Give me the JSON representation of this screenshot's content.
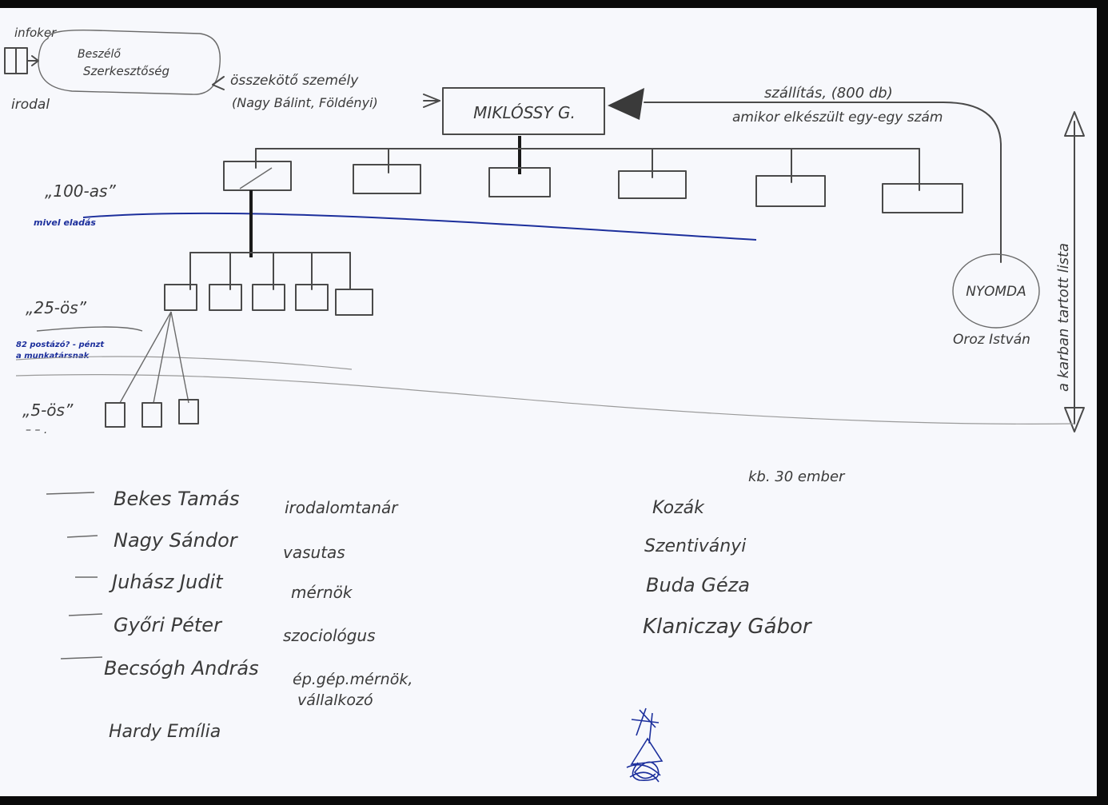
{
  "diagram": {
    "top_left": {
      "label_top": "infoker",
      "label_bottom": "irodal",
      "bubble_line1": "Beszélő",
      "bubble_line2": "Szerkesztőség"
    },
    "connector_line1": "összekötő személy",
    "connector_line2": "(Nagy Bálint, Földényi)",
    "center_box": "MIKLÓSSY G.",
    "shipping_line1": "szállítás, (800 db)",
    "shipping_line2": "amikor elkészült egy-egy szám",
    "vertical_arrow_label": "a karban tartott lista",
    "printer": "NYOMDA",
    "printer_person": "Oroz István",
    "tier_100": "„100-as”",
    "tier_100_note": "mivel eladás",
    "tier_25": "„25-ös”",
    "tier_25_note_line1": "82 postázó? - pénzt",
    "tier_25_note_line2": "a munkatársnak",
    "tier_5": "„5-ös”",
    "tier_5_mark": "– – .",
    "people_left": [
      {
        "name": "Bekes Tamás",
        "role": "irodalomtanár"
      },
      {
        "name": "Nagy Sándor",
        "role": "vasutas"
      },
      {
        "name": "Juhász Judit",
        "role": "mérnök"
      },
      {
        "name": "Győri Péter",
        "role": "szociológus"
      },
      {
        "name": "Becsógh András",
        "role": "ép.gép.mérnök,"
      },
      {
        "name": "",
        "role": "vállalkozó"
      },
      {
        "name": "Hardy Emília",
        "role": ""
      }
    ],
    "people_right": {
      "header": "kb. 30 ember",
      "names": [
        "Kozák",
        "Szentiványi",
        "Buda Géza",
        "Klaniczay Gábor"
      ]
    },
    "colors": {
      "pencil": "#4a4a4a",
      "blue_ink": "#1c2f9c",
      "paper": "#f7f8fc"
    }
  }
}
